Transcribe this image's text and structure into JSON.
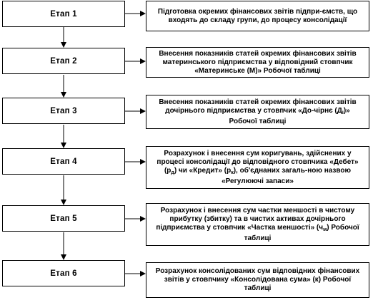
{
  "stages": [
    {
      "label": "Етап 1",
      "description": "Підготовка окремих фінансових звітів підпри-ємств, що входять до складу групи, до процесу консолідації"
    },
    {
      "label": "Етап 2",
      "description": "Внесення показників статей окремих фінансових звітів материнського підприємства у відповідний стовпчик «Материнське (М)» Робочої таблиці"
    },
    {
      "label": "Етап 3",
      "description_parts": [
        "Внесення показників статей окремих фінансових звітів дочірнього підприємства у стовпчик «До-чірнє (Д",
        "і",
        ")» Робочої таблиці"
      ]
    },
    {
      "label": "Етап 4",
      "description_parts": [
        "Розрахунок і внесення сум коригувань, здійснених у процесі консолідації до відповідного стовпчика «Дебет» (р",
        "д",
        ") чи «Кредит» (р",
        "к",
        "), об'єднаних загаль-ною назвою «Регулюючі запаси»"
      ]
    },
    {
      "label": "Етап 5",
      "description_parts": [
        "Розрахунок і внесення сум частки меншості в чистому прибутку (збитку) та в чистих активах дочірнього підприємства у стовпчик «Частка меншості» (ч",
        "м",
        ") Робочої таблиці"
      ]
    },
    {
      "label": "Етап 6",
      "description": "Розрахунок консолідованих сум відповідних фінансових звітів у стовпчику «Консолідована сума» (к) Робочої таблиці"
    }
  ],
  "colors": {
    "line": "#000000",
    "background": "#ffffff"
  }
}
